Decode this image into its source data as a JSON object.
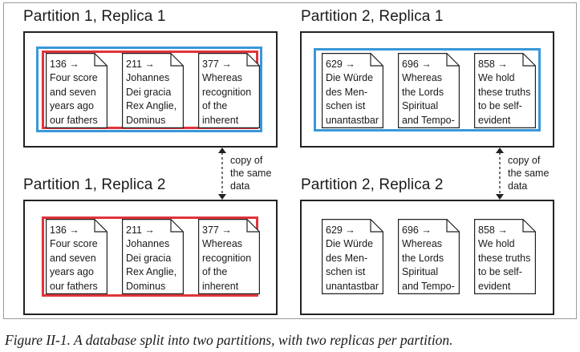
{
  "caption": "Figure II-1. A database split into two partitions, with two replicas per partition.",
  "partitions": [
    {
      "title": "Partition 1, Replica 1",
      "docs": [
        {
          "key": "136 →",
          "lines": [
            "Four score",
            "and seven",
            "years ago",
            "our fathers"
          ]
        },
        {
          "key": "211 →",
          "lines": [
            "Johannes",
            "Dei gracia",
            "Rex Anglie,",
            "Dominus"
          ]
        },
        {
          "key": "377 →",
          "lines": [
            "Whereas",
            "recognition",
            "of the",
            "inherent"
          ]
        }
      ]
    },
    {
      "title": "Partition 2, Replica 1",
      "docs": [
        {
          "key": "629 →",
          "lines": [
            "Die Würde",
            "des Men-",
            "schen ist",
            "unantastbar"
          ]
        },
        {
          "key": "696 →",
          "lines": [
            "Whereas",
            "the Lords",
            "Spiritual",
            "and Tempo-"
          ]
        },
        {
          "key": "858 →",
          "lines": [
            "We hold",
            "these truths",
            "to be self-",
            "evident"
          ]
        }
      ]
    },
    {
      "title": "Partition 1, Replica 2",
      "docs": [
        {
          "key": "136 →",
          "lines": [
            "Four score",
            "and seven",
            "years ago",
            "our fathers"
          ]
        },
        {
          "key": "211 →",
          "lines": [
            "Johannes",
            "Dei gracia",
            "Rex Anglie,",
            "Dominus"
          ]
        },
        {
          "key": "377 →",
          "lines": [
            "Whereas",
            "recognition",
            "of the",
            "inherent"
          ]
        }
      ]
    },
    {
      "title": "Partition 2, Replica 2",
      "docs": [
        {
          "key": "629 →",
          "lines": [
            "Die Würde",
            "des Men-",
            "schen ist",
            "unantastbar"
          ]
        },
        {
          "key": "696 →",
          "lines": [
            "Whereas",
            "the Lords",
            "Spiritual",
            "and Tempo-"
          ]
        },
        {
          "key": "858 →",
          "lines": [
            "We hold",
            "these truths",
            "to be self-",
            "evident"
          ]
        }
      ]
    }
  ],
  "copy_label": [
    "copy of",
    "the same",
    "data"
  ],
  "colors": {
    "highlight_blue": "#3a97d8",
    "highlight_red": "#e0343a",
    "border": "#222222"
  }
}
